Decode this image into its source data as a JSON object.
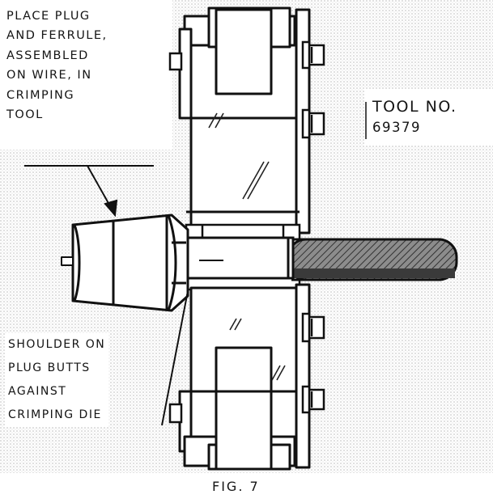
{
  "callouts": {
    "top": [
      "PLACE PLUG",
      "AND FERRULE,",
      "ASSEMBLED",
      "ON WIRE, IN",
      "CRIMPING",
      "TOOL"
    ],
    "bottom": [
      "SHOULDER ON",
      "PLUG BUTTS",
      "AGAINST",
      "CRIMPING DIE"
    ]
  },
  "tool_label": {
    "title": "TOOL NO.",
    "number": "69379"
  },
  "caption": "FIG. 7",
  "colors": {
    "ink": "#141414",
    "paper": "#ffffff",
    "screen_tone": "#c9c9c9"
  }
}
